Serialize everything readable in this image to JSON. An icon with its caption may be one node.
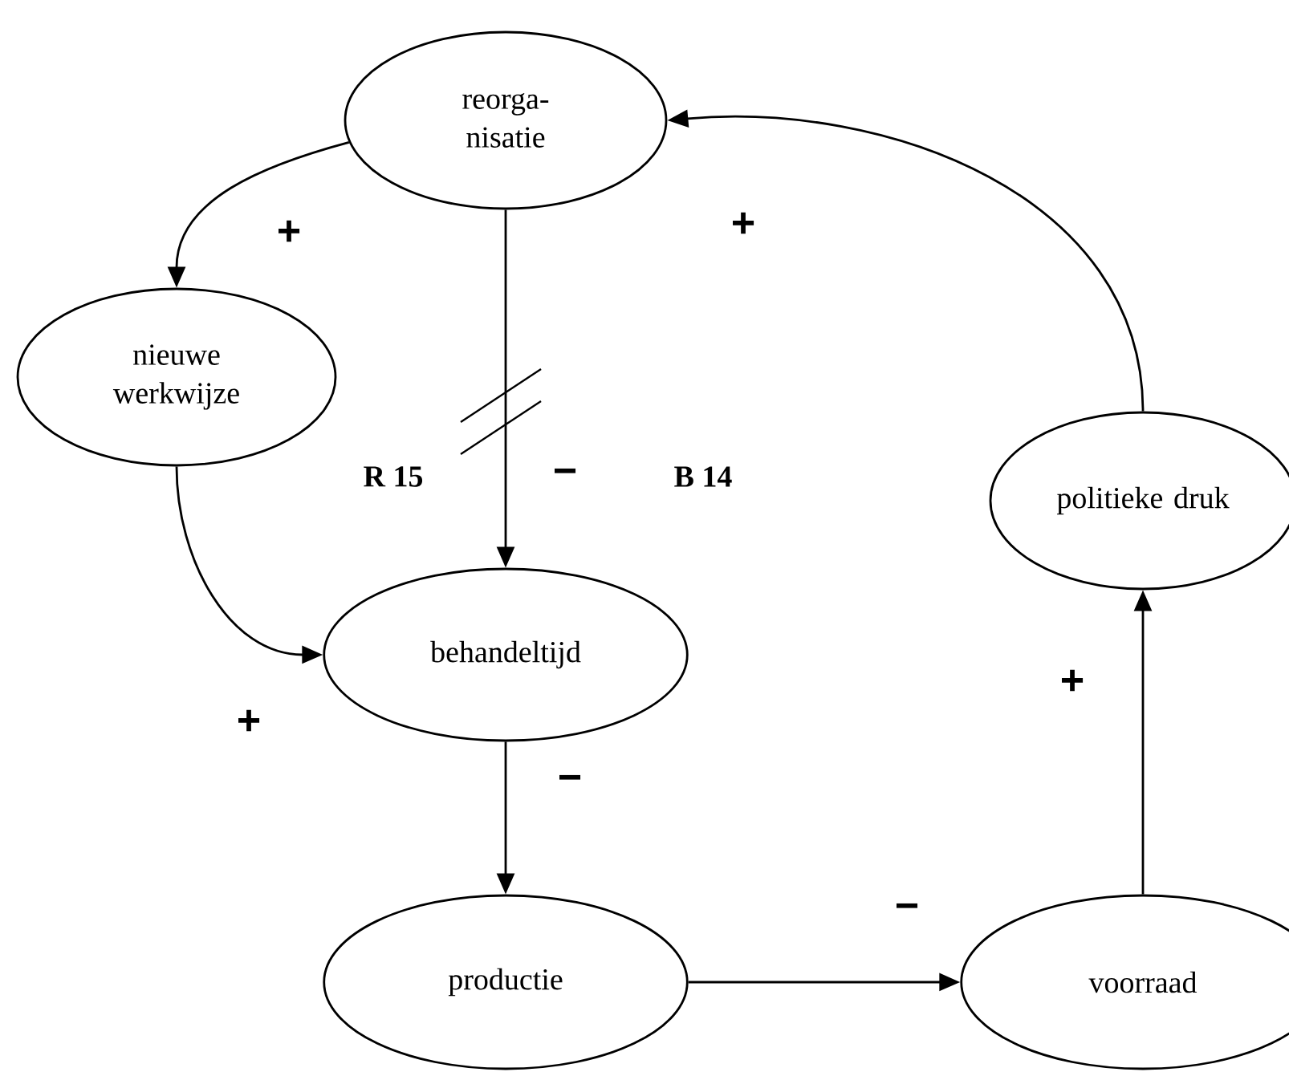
{
  "diagram": {
    "nodes": [
      {
        "text": [
          "reorga- nisatie"
        ]
      },
      {
        "text": [
          "nieuwe werkwijze"
        ]
      },
      {
        "text": [
          "behandeltijd"
        ]
      },
      {
        "text": [
          "politieke druk"
        ]
      },
      {
        "text": [
          "productie"
        ]
      },
      {
        "text": [
          "voorraad"
        ]
      }
    ],
    "edges": [
      {
        "from": 0,
        "to": 1,
        "arrow": "to",
        "label": "+"
      },
      {
        "from": 0,
        "to": 2,
        "arrow": "to",
        "label": "−"
      },
      {
        "from": 1,
        "to": 2,
        "arrow": "to",
        "label": "+"
      },
      {
        "from": 2,
        "to": 4,
        "arrow": "to",
        "label": "−"
      },
      {
        "from": 4,
        "to": 5,
        "arrow": "to",
        "label": "−"
      },
      {
        "from": 5,
        "to": 3,
        "arrow": "to",
        "label": "+"
      },
      {
        "from": 3,
        "to": 0,
        "arrow": "to",
        "label": "+"
      }
    ],
    "labels": [
      "R 15",
      "B 14"
    ]
  }
}
